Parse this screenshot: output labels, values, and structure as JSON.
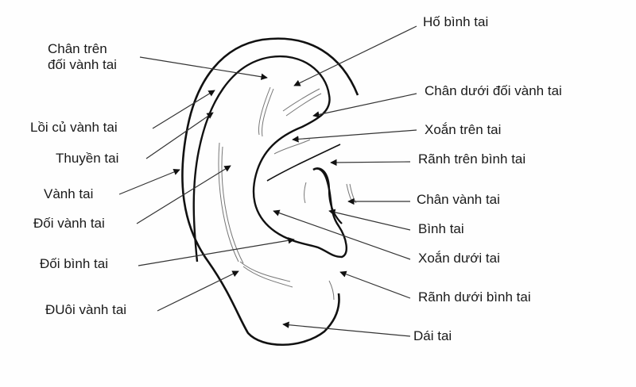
{
  "diagram": {
    "type": "anatomy-labeled-illustration",
    "subject": "External ear (auricle)",
    "colors": {
      "line": "#111111",
      "leader": "#333333",
      "shading": "#777777",
      "text": "#1a1a1a",
      "background": "#fefefe"
    },
    "labels_left": [
      {
        "id": "chan-tren-doi-vanh-tai",
        "line1": "Chân trên",
        "line2": "đối vành tai"
      },
      {
        "id": "loi-cu-vanh-tai",
        "text": "Lồi củ vành tai"
      },
      {
        "id": "thuyen-tai",
        "text": "Thuyền tai"
      },
      {
        "id": "vanh-tai",
        "text": "Vành tai"
      },
      {
        "id": "doi-vanh-tai",
        "text": "Đối vành tai"
      },
      {
        "id": "doi-binh-tai",
        "text": "Đối bình tai"
      },
      {
        "id": "duoi-vanh-tai",
        "text": "ĐUôi vành tai"
      }
    ],
    "labels_right": [
      {
        "id": "ho-binh-tai",
        "text": "Hố bình tai"
      },
      {
        "id": "chan-duoi-doi-vanh-tai",
        "text": "Chân dưới đối vành tai"
      },
      {
        "id": "xoan-tren-tai",
        "text": "Xoắn trên tai"
      },
      {
        "id": "ranh-tren-binh-tai",
        "text": "Rãnh trên bình tai"
      },
      {
        "id": "chan-vanh-tai",
        "text": "Chân vành tai"
      },
      {
        "id": "binh-tai",
        "text": "Bình tai"
      },
      {
        "id": "xoan-duoi-tai",
        "text": "Xoắn dưới tai"
      },
      {
        "id": "ranh-duoi-binh-tai",
        "text": "Rãnh dưới bình tai"
      },
      {
        "id": "dai-tai",
        "text": "Dái tai"
      }
    ]
  }
}
